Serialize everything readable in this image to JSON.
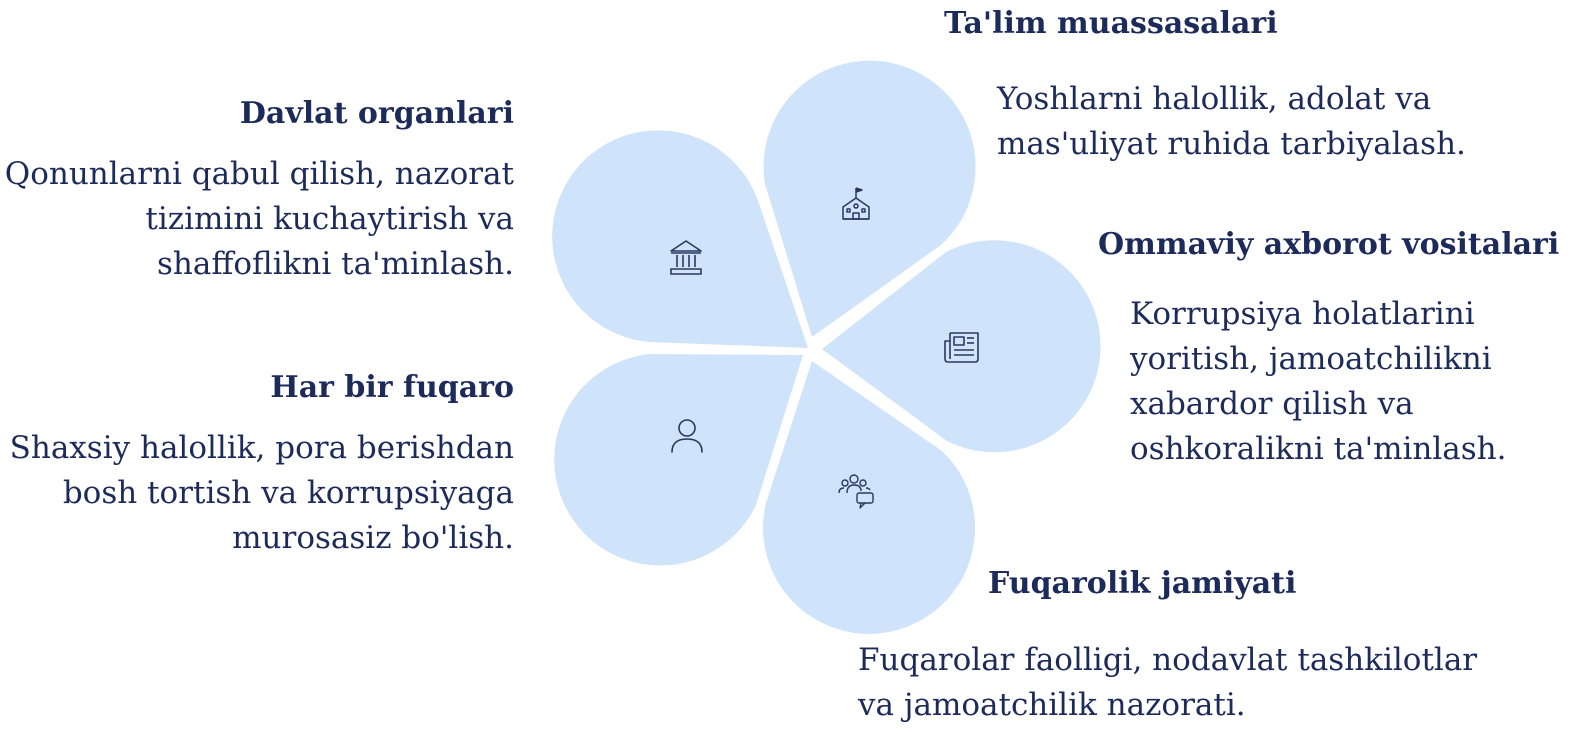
{
  "petals": [
    {
      "id": "davlat",
      "icon": "government-building-icon",
      "title": "Davlat organlari",
      "desc": "Qonunlarni qabul qilish, nazorat tizimini kuchaytirish va shaffoflikni ta'minlash."
    },
    {
      "id": "talim",
      "icon": "school-building-icon",
      "title": "Ta'lim muassasalari",
      "desc": "Yoshlarni halollik, adolat va mas'uliyat ruhida tarbiyalash."
    },
    {
      "id": "ommaviy",
      "icon": "newspaper-icon",
      "title": "Ommaviy axborot vositalari",
      "desc": "Korrupsiya holatlarini yoritish, jamoatchilikni xabardor qilish va oshkoralikni ta'minlash."
    },
    {
      "id": "fuqarolik",
      "icon": "people-chat-icon",
      "title": "Fuqarolik jamiyati",
      "desc": "Fuqarolar faolligi, nodavlat tashkilotlar va jamoatchilik nazorati."
    },
    {
      "id": "fuqaro",
      "icon": "person-icon",
      "title": "Har bir fuqaro",
      "desc": "Shaxsiy halollik, pora berishdan bosh tortish va korrupsiyaga murosasiz bo'lish."
    }
  ],
  "colors": {
    "petal": "#cfe3fa",
    "text": "#1c2b5a",
    "icon": "#2a3760",
    "background": "#ffffff"
  }
}
